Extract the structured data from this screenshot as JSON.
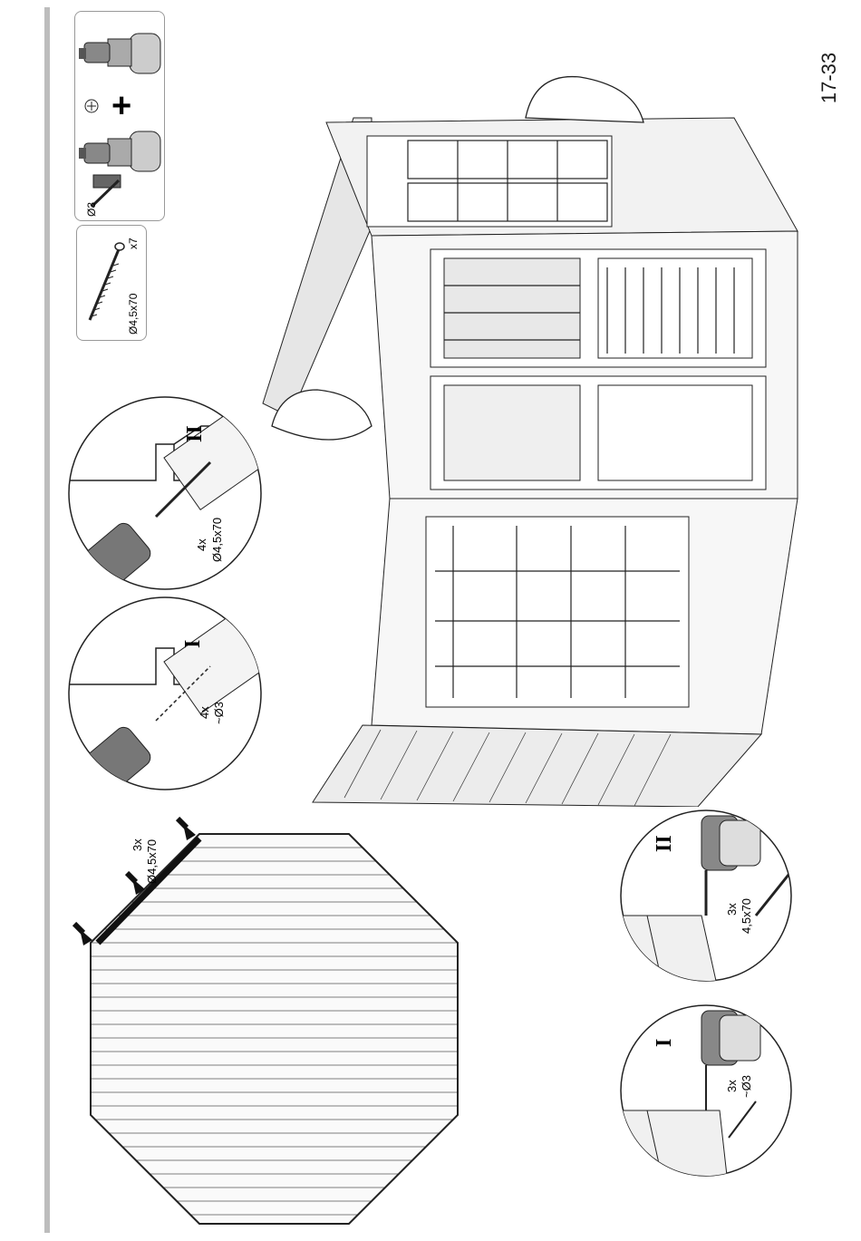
{
  "page": {
    "number": "17-33"
  },
  "parts_box": {
    "screw_size": "Ø4,5x70",
    "screw_qty": "x7"
  },
  "tools_box": {
    "drill_bit": "Ø3",
    "plus_sign": "+"
  },
  "floor_plan": {
    "callout_qty": "3x",
    "callout_size": "Ø4,5x70"
  },
  "detail_top_I": {
    "roman": "I",
    "qty": "4x",
    "size": "~Ø3"
  },
  "detail_top_II": {
    "roman": "II",
    "qty": "4x",
    "size": "Ø4,5x70"
  },
  "detail_bottom_II": {
    "roman": "II",
    "qty": "3x",
    "size": "4,5x70"
  },
  "detail_bottom_I": {
    "roman": "I",
    "qty": "3x",
    "size": "~Ø3"
  }
}
